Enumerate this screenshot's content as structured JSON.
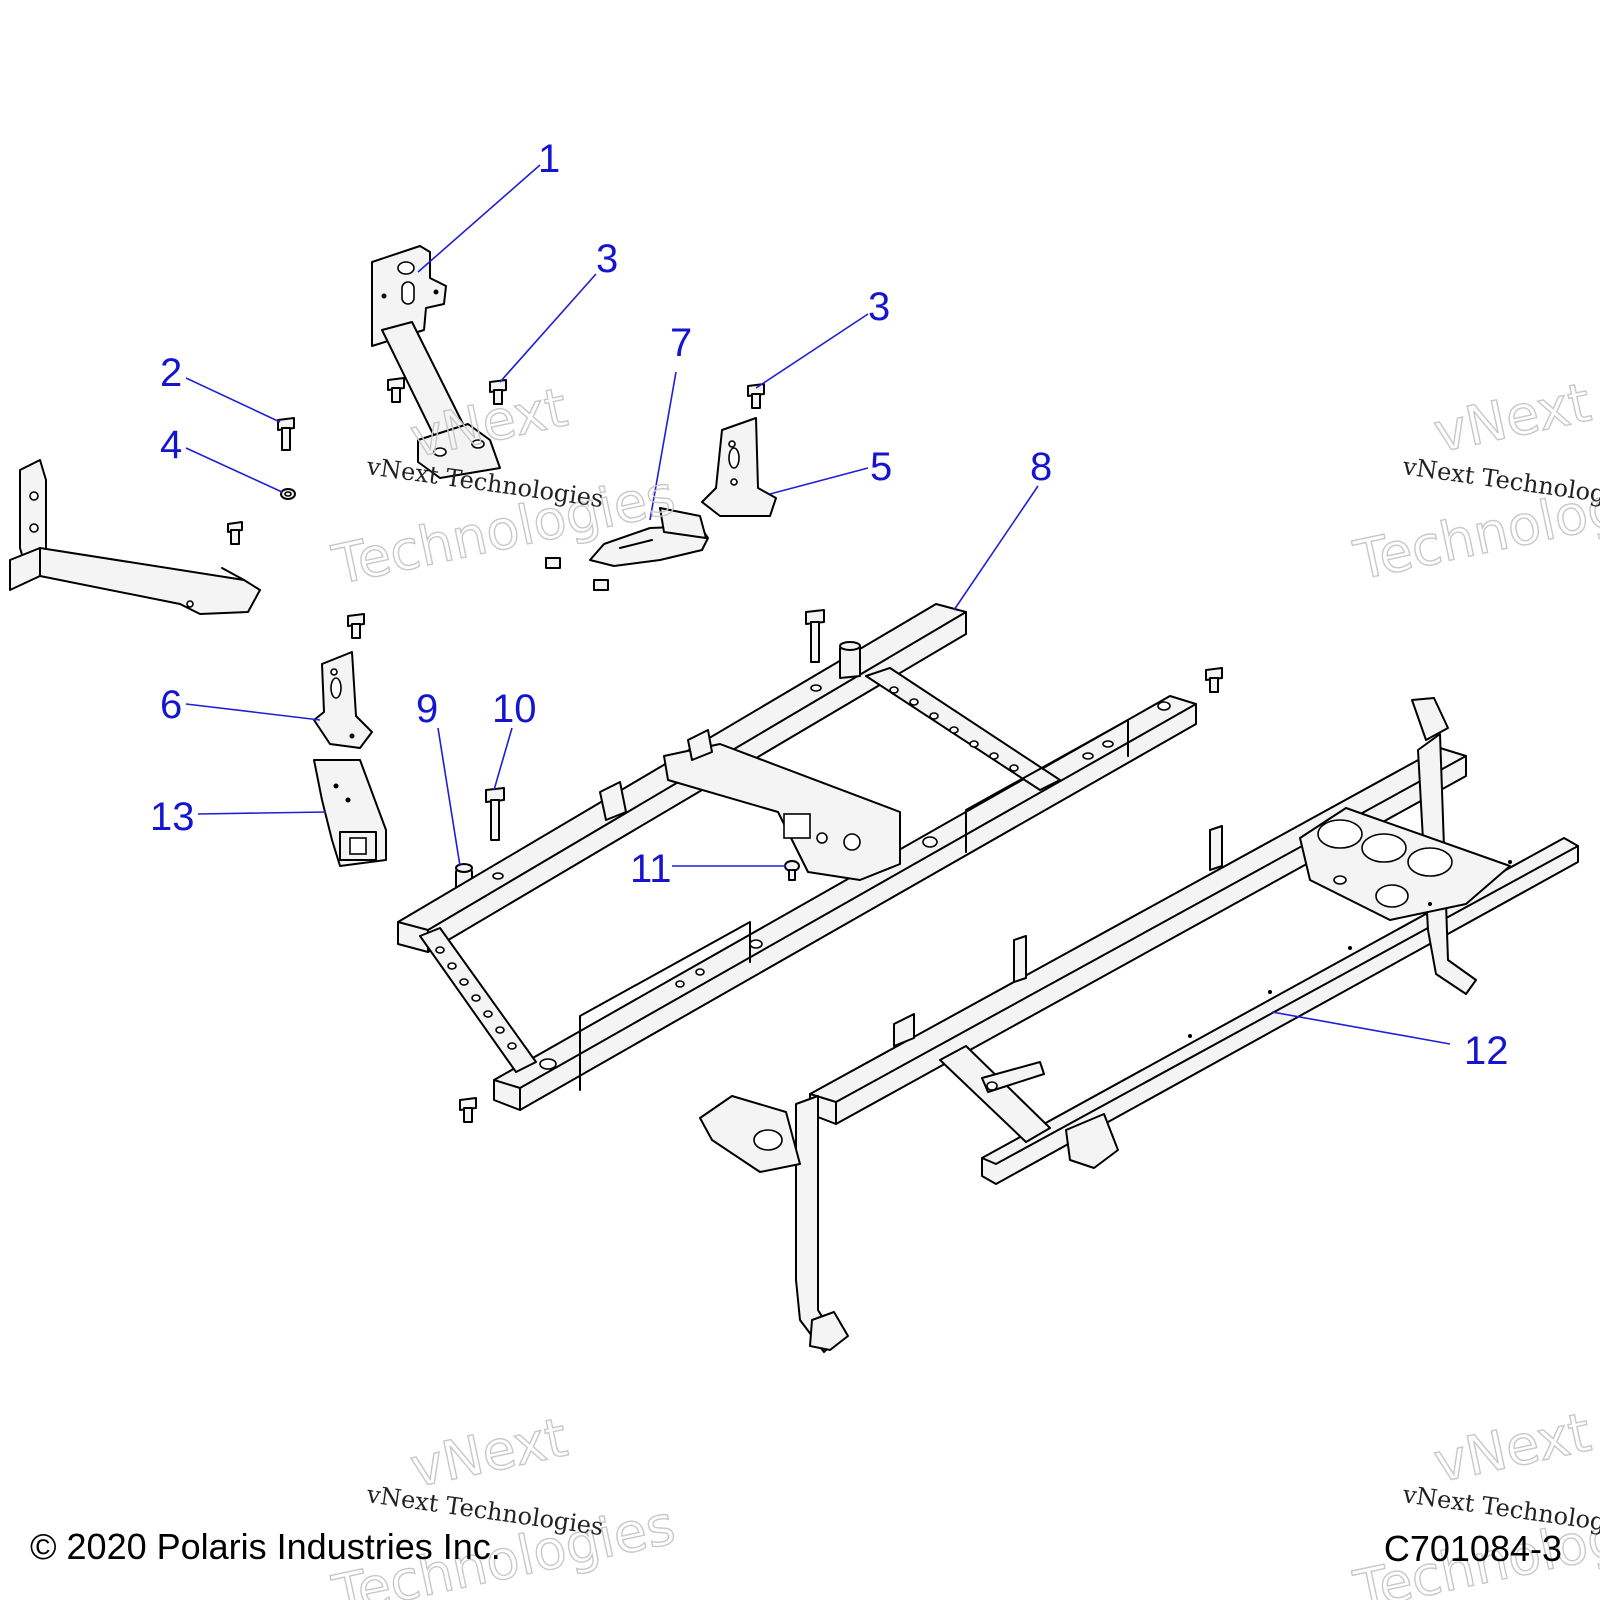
{
  "callouts": {
    "c1": "1",
    "c2": "2",
    "c3a": "3",
    "c3b": "3",
    "c4": "4",
    "c5": "5",
    "c6": "6",
    "c7": "7",
    "c8": "8",
    "c9": "9",
    "c10": "10",
    "c11": "11",
    "c12": "12",
    "c13": "13"
  },
  "watermark": {
    "brand_line": "vNext Technologies",
    "big_top": "vNext",
    "big_bottom": "Technologies"
  },
  "footer": {
    "copyright": "© 2020 Polaris Industries Inc.",
    "diagram_code": "C701084-3"
  },
  "colors": {
    "callout": "#1515d0",
    "line": "#000000",
    "watermark": "#c8c8c8"
  }
}
